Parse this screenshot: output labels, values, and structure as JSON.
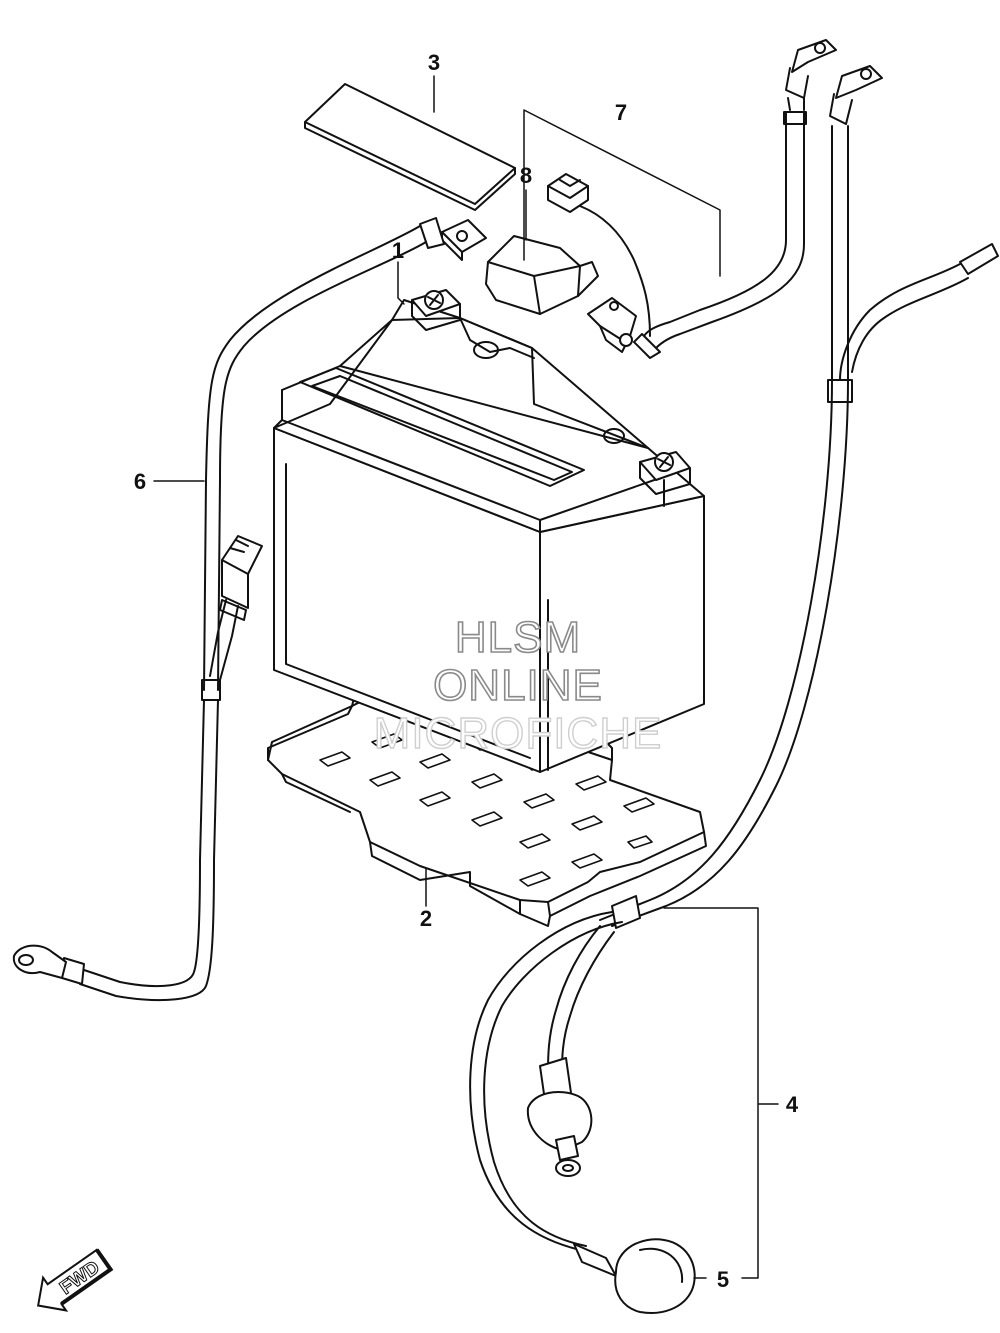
{
  "callouts": [
    {
      "id": "1",
      "label": "1"
    },
    {
      "id": "2",
      "label": "2"
    },
    {
      "id": "3",
      "label": "3"
    },
    {
      "id": "4",
      "label": "4"
    },
    {
      "id": "5",
      "label": "5"
    },
    {
      "id": "6",
      "label": "6"
    },
    {
      "id": "7",
      "label": "7"
    },
    {
      "id": "8",
      "label": "8"
    }
  ],
  "watermark": {
    "line1": "HLSM",
    "line2": "ONLINE",
    "line3": "MICROFICHE"
  },
  "direction": {
    "label": "FWD"
  }
}
